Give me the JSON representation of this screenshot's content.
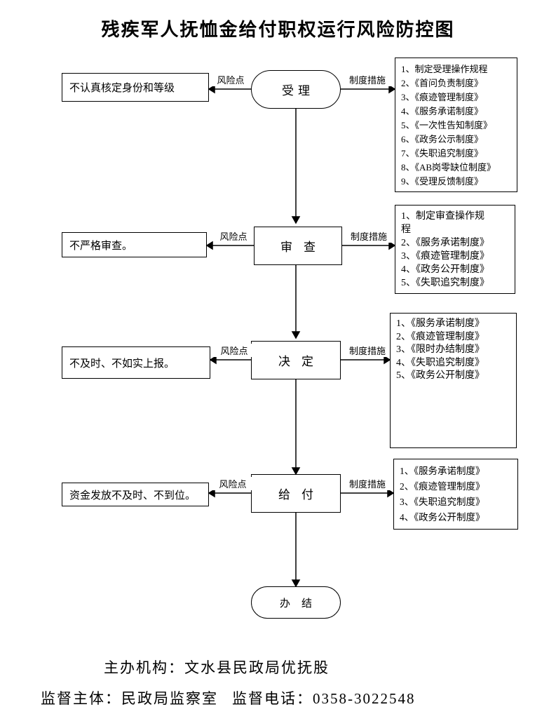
{
  "title": "残疾军人抚恤金给付职权运行风险防控图",
  "labels": {
    "risk_point": "风险点",
    "measures": "制度措施"
  },
  "stages": [
    {
      "name": "受理",
      "risk": "不认真核定身份和等级",
      "measures": [
        "1、制定受理操作规程",
        "2、《首问负责制度》",
        "3、《痕迹管理制度》",
        "4、《服务承诺制度》",
        "5、《一次性告知制度》",
        "6、《政务公示制度》",
        "7、《失职追究制度》",
        "8、《AB岗零缺位制度》",
        "9、《受理反馈制度》"
      ]
    },
    {
      "name": "审查",
      "risk": "不严格审查。",
      "measures": [
        "1、制定审查操作规程",
        "2、《服务承诺制度》",
        "3、《痕迹管理制度》",
        "4、《政务公开制度》",
        "5、《失职追究制度》"
      ]
    },
    {
      "name": "决定",
      "risk": "不及时、不如实上报。",
      "measures": [
        "1、《服务承诺制度》",
        "2、《痕迹管理制度》",
        "3、《限时办结制度》",
        "4、《失职追究制度》",
        "5、《政务公开制度》"
      ]
    },
    {
      "name": "给付",
      "risk": "资金发放不及时、不到位。",
      "measures": [
        "1、《服务承诺制度》",
        "2、《痕迹管理制度》",
        "3、《失职追究制度》",
        "4、《政务公开制度》"
      ]
    }
  ],
  "end_node": "办结",
  "footer": {
    "organizer": "主办机构：文水县民政局优抚股",
    "supervisor": "监督主体：民政局监察室",
    "phone": "监督电话：0358-3022548"
  }
}
